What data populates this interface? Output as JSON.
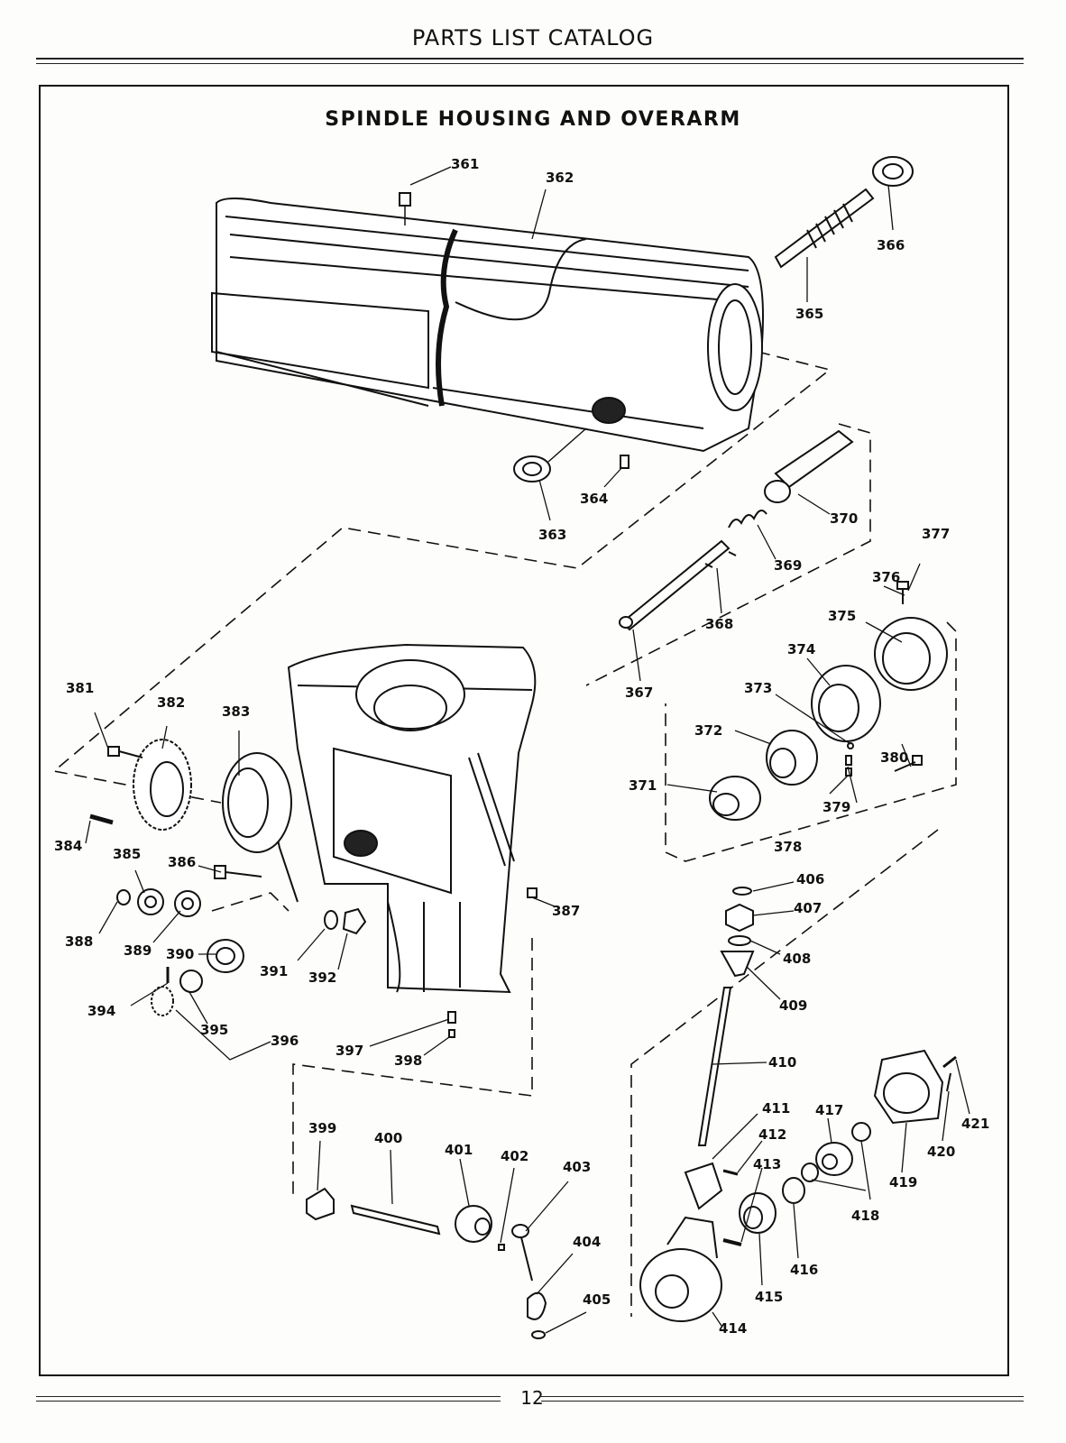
{
  "header": {
    "catalog_title": "PARTS LIST CATALOG"
  },
  "diagram": {
    "title": "SPINDLE HOUSING AND OVERARM",
    "part_numbers": [
      {
        "n": "361"
      },
      {
        "n": "362"
      },
      {
        "n": "363"
      },
      {
        "n": "364"
      },
      {
        "n": "365"
      },
      {
        "n": "366"
      },
      {
        "n": "367"
      },
      {
        "n": "368"
      },
      {
        "n": "369"
      },
      {
        "n": "370"
      },
      {
        "n": "371"
      },
      {
        "n": "372"
      },
      {
        "n": "373"
      },
      {
        "n": "374"
      },
      {
        "n": "375"
      },
      {
        "n": "376"
      },
      {
        "n": "377"
      },
      {
        "n": "378"
      },
      {
        "n": "379"
      },
      {
        "n": "380"
      },
      {
        "n": "381"
      },
      {
        "n": "382"
      },
      {
        "n": "383"
      },
      {
        "n": "384"
      },
      {
        "n": "385"
      },
      {
        "n": "386"
      },
      {
        "n": "387"
      },
      {
        "n": "388"
      },
      {
        "n": "389"
      },
      {
        "n": "390"
      },
      {
        "n": "391"
      },
      {
        "n": "392"
      },
      {
        "n": "394"
      },
      {
        "n": "395"
      },
      {
        "n": "396"
      },
      {
        "n": "397"
      },
      {
        "n": "398"
      },
      {
        "n": "399"
      },
      {
        "n": "400"
      },
      {
        "n": "401"
      },
      {
        "n": "402"
      },
      {
        "n": "403"
      },
      {
        "n": "404"
      },
      {
        "n": "405"
      },
      {
        "n": "406"
      },
      {
        "n": "407"
      },
      {
        "n": "408"
      },
      {
        "n": "409"
      },
      {
        "n": "410"
      },
      {
        "n": "411"
      },
      {
        "n": "412"
      },
      {
        "n": "413"
      },
      {
        "n": "414"
      },
      {
        "n": "415"
      },
      {
        "n": "416"
      },
      {
        "n": "417"
      },
      {
        "n": "418"
      },
      {
        "n": "419"
      },
      {
        "n": "420"
      },
      {
        "n": "421"
      }
    ]
  },
  "footer": {
    "page_number": "12"
  }
}
